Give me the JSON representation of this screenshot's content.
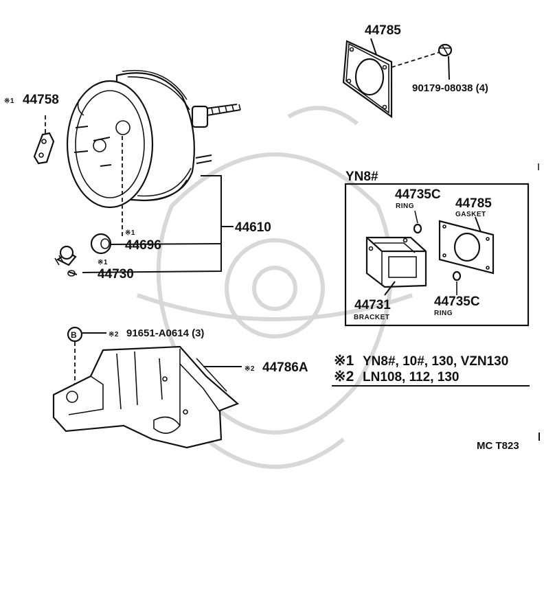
{
  "parts": {
    "booster_assembly": "44610",
    "gasket_top": "44785",
    "nut": "90179-08038 (4)",
    "clevis": "44758",
    "clevis_mark": "※1",
    "grommet": "44696",
    "grommet_mark": "※1",
    "check_valve": "44730",
    "check_valve_mark": "※1",
    "bolt_callout": "B",
    "bolt": "91651-A0614 (3)",
    "bolt_mark": "※2",
    "bracket_main": "44786A",
    "bracket_main_mark": "※2"
  },
  "inset": {
    "title": "YN8#",
    "ring_top_part": "44735C",
    "ring_top_name": "RING",
    "gasket_part": "44785",
    "gasket_name": "GASKET",
    "bracket_part": "44731",
    "bracket_name": "BRACKET",
    "ring_bottom_part": "44735C",
    "ring_bottom_name": "RING"
  },
  "notes": [
    {
      "mark": "※1",
      "text": "YN8#, 10#, 130, VZN130"
    },
    {
      "mark": "※2",
      "text": "LN108, 112, 130"
    }
  ],
  "figure_code": "MC T823"
}
